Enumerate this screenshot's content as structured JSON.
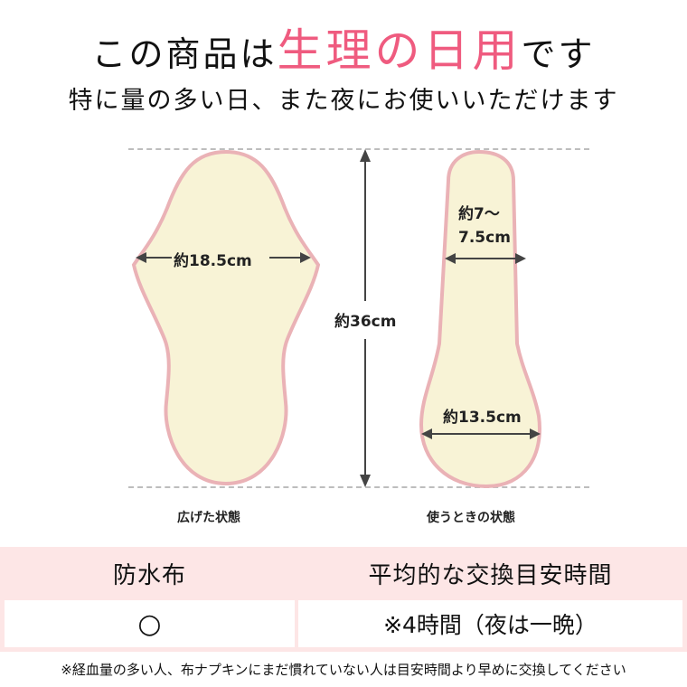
{
  "header": {
    "title_prefix": "この商品は",
    "title_accent": "生理の日用",
    "title_suffix": "です",
    "subtitle": "特に量の多い日、また夜にお使いいただけます"
  },
  "colors": {
    "accent": "#ef5b7f",
    "pad_fill": "#f8f3d6",
    "pad_border": "#eab2b6",
    "table_bg": "#fde6e6",
    "arrow": "#444444",
    "dash": "#bdbdbd"
  },
  "diagram": {
    "opened_pad": {
      "width_label": "約18.5cm",
      "caption": "広げた状態"
    },
    "length_label": "約36cm",
    "folded_pad": {
      "top_width_label_line1": "約7～",
      "top_width_label_line2": "7.5cm",
      "bottom_width_label": "約13.5cm",
      "caption": "使うときの状態"
    }
  },
  "spec_table": {
    "headers": [
      "防水布",
      "平均的な交換目安時間"
    ],
    "values": [
      "○",
      "※4時間（夜は一晩）"
    ]
  },
  "footnote": "※経血量の多い人、布ナプキンにまだ慣れていない人は目安時間より早めに交換してください"
}
